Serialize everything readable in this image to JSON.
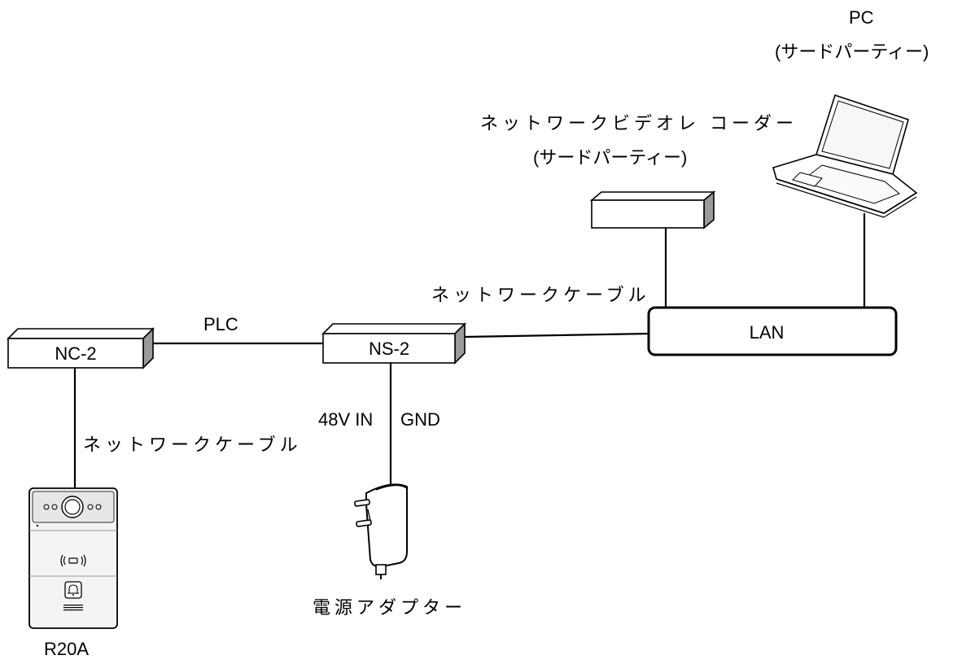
{
  "devices": {
    "nc2": "NC-2",
    "ns2": "NS-2",
    "lan": "LAN",
    "door_station": "R20A",
    "power_adapter": "電源アダプター",
    "nvr": "ネットワークビデオレ コーダー",
    "nvr_sub": "(サードパーティー)",
    "pc": "PC",
    "pc_sub": "(サードパーティー)"
  },
  "links": {
    "plc": "PLC",
    "cable_nc2_door": "ネットワークケーブル",
    "cable_ns2_lan": "ネットワークケーブル",
    "power_in": "48V IN",
    "power_gnd": "GND"
  },
  "colors": {
    "stroke": "#000000",
    "box_side": "#9a9a9a",
    "box_top": "#ffffff",
    "door_top_panel": "#e6e6e6",
    "door_body": "#f4f4f4"
  }
}
